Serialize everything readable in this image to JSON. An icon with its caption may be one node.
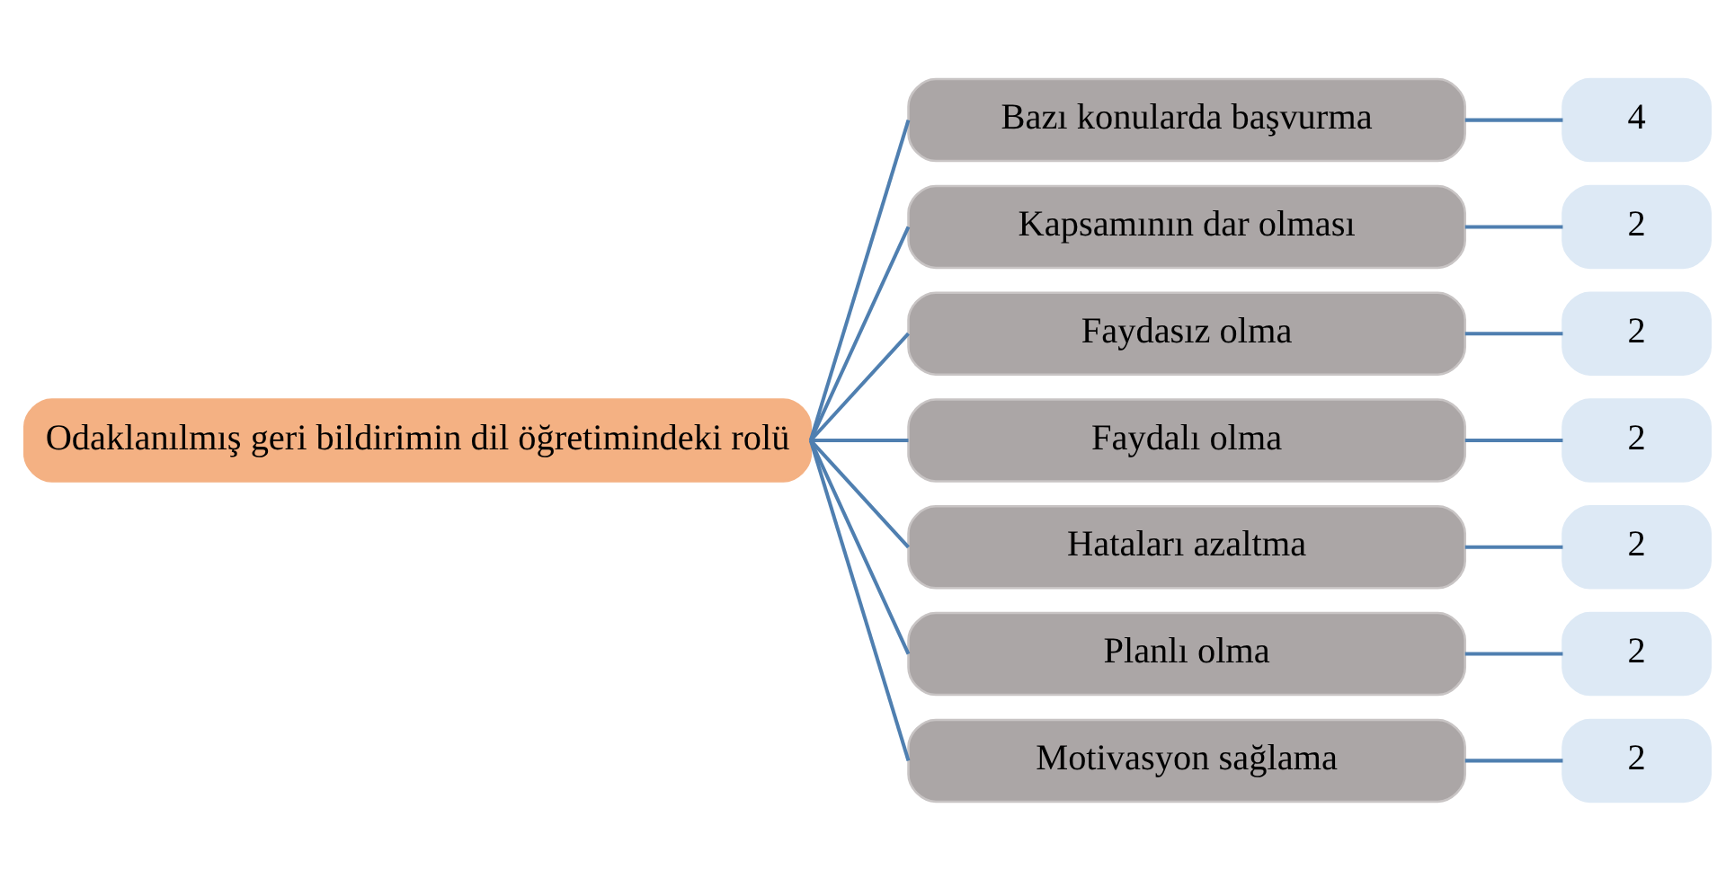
{
  "diagram": {
    "nodes": [
      {
        "text": [
          "Odaklanılmış geri bildirimin dil öğretimindeki rolü"
        ]
      },
      {
        "text": [
          "Bazı konularda başvurma"
        ]
      },
      {
        "text": [
          "Kapsamının dar olması"
        ]
      },
      {
        "text": [
          "Faydasız olma"
        ]
      },
      {
        "text": [
          "Faydalı olma"
        ]
      },
      {
        "text": [
          "Hataları azaltma"
        ]
      },
      {
        "text": [
          "Planlı olma"
        ]
      },
      {
        "text": [
          "Motivasyon sağlama"
        ]
      },
      {
        "text": [
          "4"
        ]
      },
      {
        "text": [
          "2"
        ]
      },
      {
        "text": [
          "2"
        ]
      },
      {
        "text": [
          "2"
        ]
      },
      {
        "text": [
          "2"
        ]
      },
      {
        "text": [
          "2"
        ]
      },
      {
        "text": [
          "2"
        ]
      }
    ],
    "edges": [
      {
        "from": 0,
        "to": 1,
        "arrow": "none"
      },
      {
        "from": 0,
        "to": 2,
        "arrow": "none"
      },
      {
        "from": 0,
        "to": 3,
        "arrow": "none"
      },
      {
        "from": 0,
        "to": 4,
        "arrow": "none"
      },
      {
        "from": 0,
        "to": 5,
        "arrow": "none"
      },
      {
        "from": 0,
        "to": 6,
        "arrow": "none"
      },
      {
        "from": 0,
        "to": 7,
        "arrow": "none"
      },
      {
        "from": 1,
        "to": 8,
        "arrow": "none"
      },
      {
        "from": 2,
        "to": 9,
        "arrow": "none"
      },
      {
        "from": 3,
        "to": 10,
        "arrow": "none"
      },
      {
        "from": 4,
        "to": 11,
        "arrow": "none"
      },
      {
        "from": 5,
        "to": 12,
        "arrow": "none"
      },
      {
        "from": 6,
        "to": 13,
        "arrow": "none"
      },
      {
        "from": 7,
        "to": 14,
        "arrow": "none"
      }
    ]
  }
}
